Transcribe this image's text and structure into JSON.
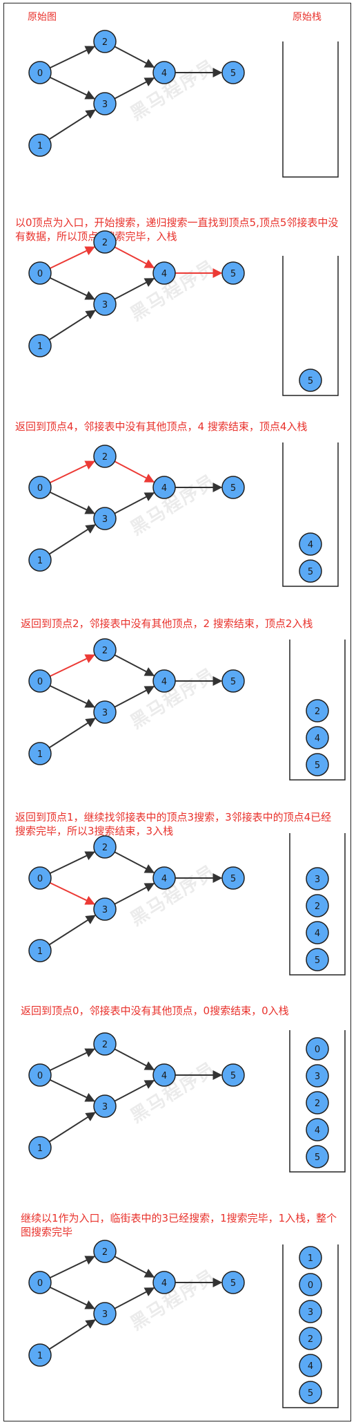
{
  "header": {
    "original_graph_title": "原始图",
    "original_stack_title": "原始栈"
  },
  "watermark": "黑马程序员",
  "colors": {
    "node_fill": "#5aa9f5",
    "node_stroke": "#1f1f1f",
    "edge_default": "#333333",
    "edge_highlight": "#ec3a35",
    "caption": "#e8312b"
  },
  "panels": [
    {
      "caption": "",
      "red_edges": [],
      "stack": []
    },
    {
      "caption": "以0顶点为入口，开始搜索，递归搜索一直找到顶点5,顶点5邻接表中没有数据，所以顶点5搜索完毕，入栈",
      "red_edges": [
        "0-2",
        "2-4",
        "4-5"
      ],
      "stack": [
        "5"
      ]
    },
    {
      "caption": "返回到顶点4，邻接表中没有其他顶点，4 搜索结束，顶点4入栈",
      "red_edges": [
        "0-2",
        "2-4"
      ],
      "stack": [
        "4",
        "5"
      ]
    },
    {
      "caption": "返回到顶点2，邻接表中没有其他顶点，2 搜索结束，顶点2入栈",
      "red_edges": [
        "0-2"
      ],
      "stack": [
        "2",
        "4",
        "5"
      ]
    },
    {
      "caption": "返回到顶点1，继续找邻接表中的顶点3搜索，3邻接表中的顶点4已经搜索完毕，所以3搜索结束，3入栈",
      "red_edges": [
        "0-3"
      ],
      "stack": [
        "3",
        "2",
        "4",
        "5"
      ]
    },
    {
      "caption": "返回到顶点0，邻接表中没有其他顶点，0搜索结束，0入栈",
      "red_edges": [],
      "stack": [
        "0",
        "3",
        "2",
        "4",
        "5"
      ]
    },
    {
      "caption": "继续以1作为入口，临街表中的3已经搜索，1搜索完毕，1入栈，整个图搜索完毕",
      "red_edges": [],
      "stack": [
        "1",
        "0",
        "3",
        "2",
        "4",
        "5"
      ]
    }
  ],
  "graph": {
    "nodes": [
      "0",
      "1",
      "2",
      "3",
      "4",
      "5"
    ],
    "edges": [
      "0-2",
      "0-3",
      "1-3",
      "2-4",
      "3-4",
      "4-5"
    ]
  }
}
